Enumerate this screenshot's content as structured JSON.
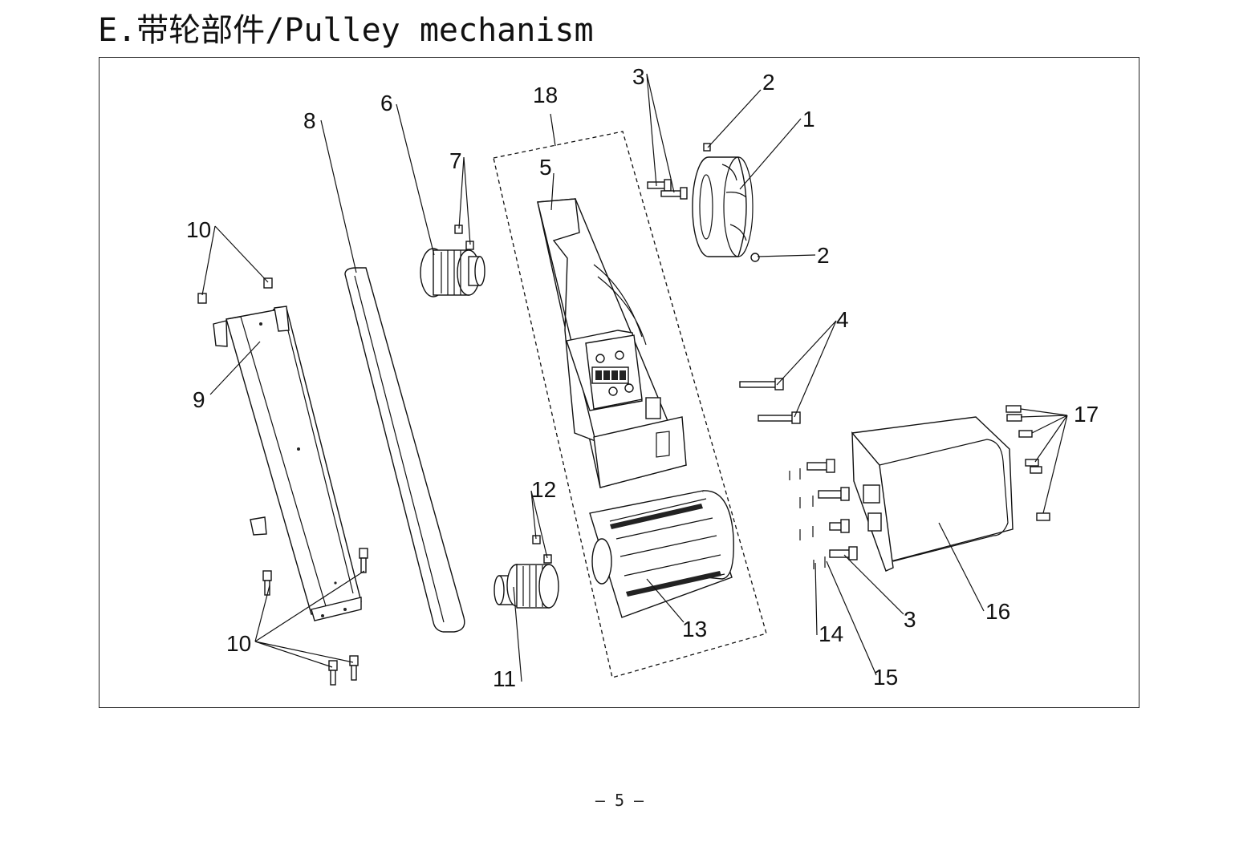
{
  "title": "E.带轮部件/Pulley mechanism",
  "page_number": "– 5 –",
  "callouts": [
    {
      "id": "c1",
      "text": "1"
    },
    {
      "id": "c2a",
      "text": "2"
    },
    {
      "id": "c2b",
      "text": "2"
    },
    {
      "id": "c3a",
      "text": "3"
    },
    {
      "id": "c3b",
      "text": "3"
    },
    {
      "id": "c4",
      "text": "4"
    },
    {
      "id": "c5",
      "text": "5"
    },
    {
      "id": "c6",
      "text": "6"
    },
    {
      "id": "c7",
      "text": "7"
    },
    {
      "id": "c8",
      "text": "8"
    },
    {
      "id": "c9",
      "text": "9"
    },
    {
      "id": "c10a",
      "text": "10"
    },
    {
      "id": "c10b",
      "text": "10"
    },
    {
      "id": "c11",
      "text": "11"
    },
    {
      "id": "c12",
      "text": "12"
    },
    {
      "id": "c13",
      "text": "13"
    },
    {
      "id": "c14",
      "text": "14"
    },
    {
      "id": "c15",
      "text": "15"
    },
    {
      "id": "c16",
      "text": "16"
    },
    {
      "id": "c17",
      "text": "17"
    },
    {
      "id": "c18",
      "text": "18"
    }
  ]
}
